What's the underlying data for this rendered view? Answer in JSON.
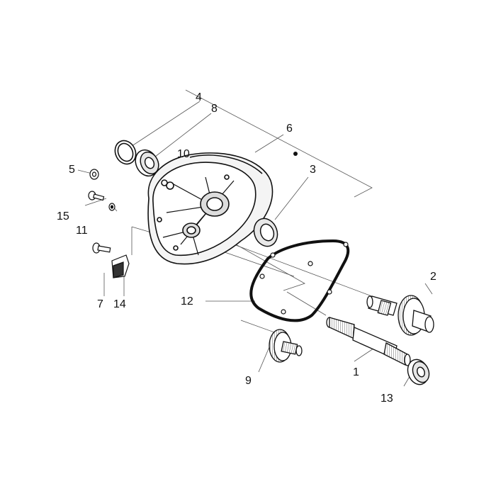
{
  "diagram": {
    "callouts": [
      {
        "id": "c4",
        "label": "4"
      },
      {
        "id": "c8",
        "label": "8"
      },
      {
        "id": "c6",
        "label": "6"
      },
      {
        "id": "c10",
        "label": "10"
      },
      {
        "id": "c3",
        "label": "3"
      },
      {
        "id": "c5",
        "label": "5"
      },
      {
        "id": "c15",
        "label": "15"
      },
      {
        "id": "c11",
        "label": "11"
      },
      {
        "id": "c7",
        "label": "7"
      },
      {
        "id": "c14",
        "label": "14"
      },
      {
        "id": "c12",
        "label": "12"
      },
      {
        "id": "c2",
        "label": "2"
      },
      {
        "id": "c9",
        "label": "9"
      },
      {
        "id": "c1",
        "label": "1"
      },
      {
        "id": "c13",
        "label": "13"
      }
    ],
    "line_color": "#111111",
    "leader_color": "#555555"
  }
}
